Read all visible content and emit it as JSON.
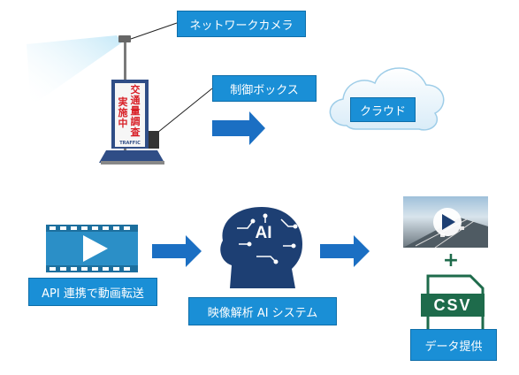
{
  "labels": {
    "camera": "ネットワークカメラ",
    "control_box": "制御ボックス",
    "cloud": "クラウド",
    "api": "API 連携で動画転送",
    "ai_system": "映像解析 AI システム",
    "data": "データ提供"
  },
  "sign": {
    "col1": [
      "交",
      "通",
      "量",
      "調",
      "査"
    ],
    "col2": [
      "実",
      "施",
      "中"
    ],
    "brand": "TRAFFIC"
  },
  "ai_text": "AI",
  "plus": "+",
  "csv_text": "CSV",
  "colors": {
    "accent": "#1a8fd6",
    "arrow": "#1b6fc3",
    "sign_text": "#d81f26",
    "head": "#1d3f73"
  }
}
